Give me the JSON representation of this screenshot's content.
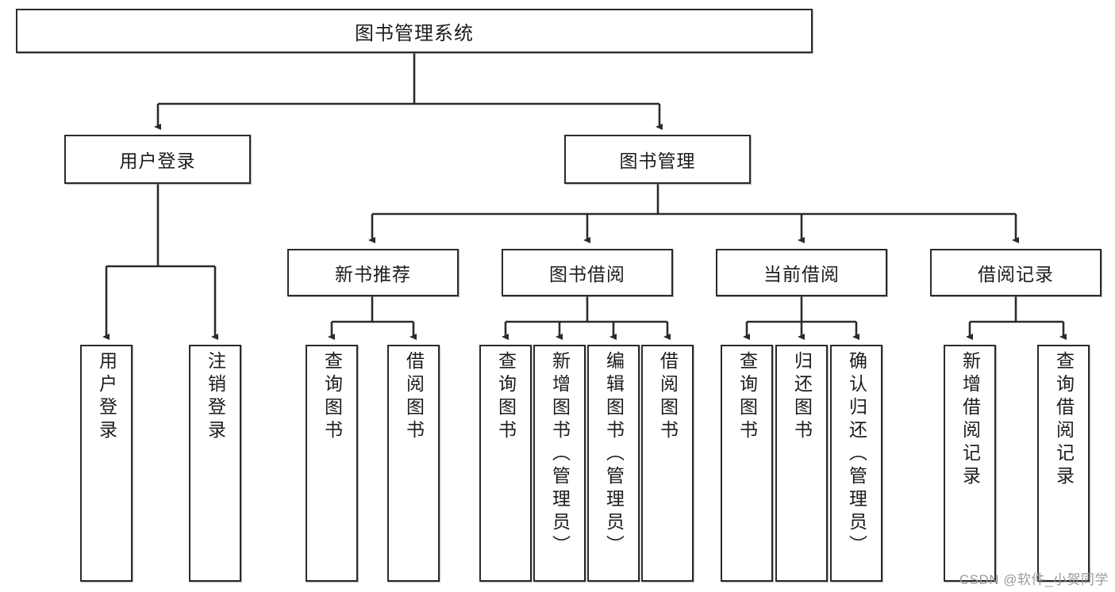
{
  "diagram": {
    "title": "图书管理系统",
    "type": "tree-hierarchy",
    "root": {
      "id": "root",
      "label": "图书管理系统"
    },
    "level2": [
      {
        "id": "user-login",
        "label": "用户登录"
      },
      {
        "id": "book-manage",
        "label": "图书管理"
      }
    ],
    "level3": [
      {
        "id": "new-book-rec",
        "label": "新书推荐",
        "parent": "book-manage"
      },
      {
        "id": "book-borrow",
        "label": "图书借阅",
        "parent": "book-manage"
      },
      {
        "id": "current-borrow",
        "label": "当前借阅",
        "parent": "book-manage"
      },
      {
        "id": "borrow-record",
        "label": "借阅记录",
        "parent": "book-manage"
      }
    ],
    "leaves": [
      {
        "id": "leaf-user-login",
        "label": "用户登录",
        "parent": "user-login"
      },
      {
        "id": "leaf-logout",
        "label": "注销登录",
        "parent": "user-login"
      },
      {
        "id": "leaf-query-book-1",
        "label": "查询图书",
        "parent": "new-book-rec"
      },
      {
        "id": "leaf-borrow-book-1",
        "label": "借阅图书",
        "parent": "new-book-rec"
      },
      {
        "id": "leaf-query-book-2",
        "label": "查询图书",
        "parent": "book-borrow"
      },
      {
        "id": "leaf-add-book",
        "label": "新增图书（管理员）",
        "parent": "book-borrow"
      },
      {
        "id": "leaf-edit-book",
        "label": "编辑图书（管理员）",
        "parent": "book-borrow"
      },
      {
        "id": "leaf-borrow-book-2",
        "label": "借阅图书",
        "parent": "book-borrow"
      },
      {
        "id": "leaf-query-book-3",
        "label": "查询图书",
        "parent": "current-borrow"
      },
      {
        "id": "leaf-return-book",
        "label": "归还图书",
        "parent": "current-borrow"
      },
      {
        "id": "leaf-confirm-return",
        "label": "确认归还（管理员）",
        "parent": "current-borrow"
      },
      {
        "id": "leaf-add-record",
        "label": "新增借阅记录",
        "parent": "borrow-record"
      },
      {
        "id": "leaf-query-record",
        "label": "查询借阅记录",
        "parent": "borrow-record"
      }
    ],
    "watermark": "CSDN @软件_小贺同学",
    "colors": {
      "stroke": "#2b2b2b",
      "fill": "#ffffff",
      "text": "#1c1c1c",
      "watermark": "#9a9a9a",
      "background": "#ffffff"
    }
  }
}
